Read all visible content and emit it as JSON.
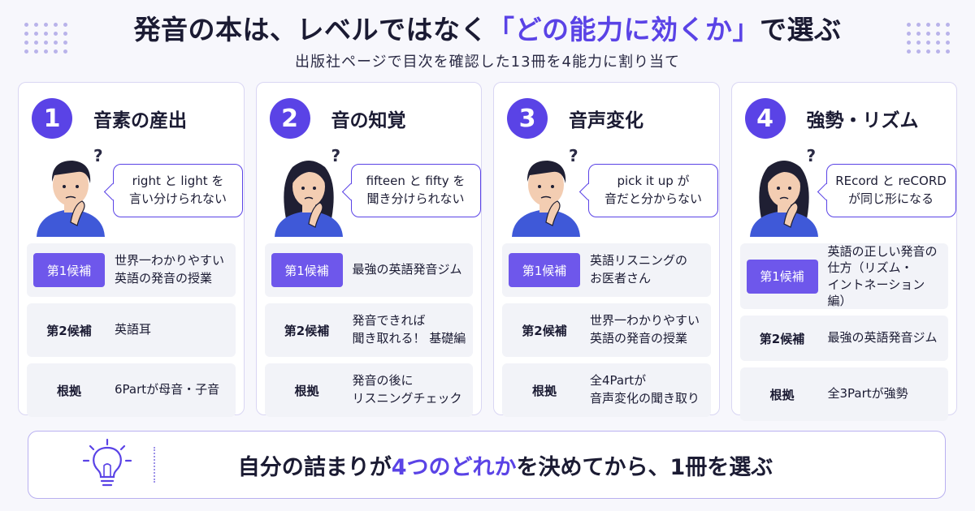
{
  "header": {
    "title_pre": "発音の本は、レベルではなく",
    "title_accent": "「どの能力に効くか」",
    "title_post": "で選ぶ",
    "subtitle": "出版社ページで目次を確認した13冊を4能力に割り当て"
  },
  "colors": {
    "accent": "#5a43e6",
    "tag": "#6e57eb",
    "row_bg": "#f2f3f8",
    "card_border": "#d9d6f3"
  },
  "cards": [
    {
      "number": "1",
      "title": "音素の産出",
      "icon": "confused-man-icon",
      "bubble_line1": "right と light を",
      "bubble_line2": "言い分けられない",
      "tag1": "第1候補",
      "cand1_line1": "世界一わかりやすい",
      "cand1_line2": "英語の発音の授業",
      "cand1_line3": "",
      "tag2": "第2候補",
      "cand2_line1": "英語耳",
      "cand2_line2": "",
      "tag3": "根拠",
      "basis_line1": "6Partが母音・子音",
      "basis_line2": ""
    },
    {
      "number": "2",
      "title": "音の知覚",
      "icon": "confused-woman-icon",
      "bubble_line1": "fifteen と fifty を",
      "bubble_line2": "聞き分けられない",
      "tag1": "第1候補",
      "cand1_line1": "最強の英語発音ジム",
      "cand1_line2": "",
      "cand1_line3": "",
      "tag2": "第2候補",
      "cand2_line1": "発音できれば",
      "cand2_line2": "聞き取れる！ 基礎編",
      "tag3": "根拠",
      "basis_line1": "発音の後に",
      "basis_line2": "リスニングチェック"
    },
    {
      "number": "3",
      "title": "音声変化",
      "icon": "confused-man-icon",
      "bubble_line1": "pick it up が",
      "bubble_line2": "音だと分からない",
      "tag1": "第1候補",
      "cand1_line1": "英語リスニングの",
      "cand1_line2": "お医者さん",
      "cand1_line3": "",
      "tag2": "第2候補",
      "cand2_line1": "世界一わかりやすい",
      "cand2_line2": "英語の発音の授業",
      "tag3": "根拠",
      "basis_line1": "全4Partが",
      "basis_line2": "音声変化の聞き取り"
    },
    {
      "number": "4",
      "title": "強勢・リズム",
      "icon": "confused-woman-icon",
      "bubble_line1": "REcord と reCORD",
      "bubble_line2": "が同じ形になる",
      "tag1": "第1候補",
      "cand1_line1": "英語の正しい発音の",
      "cand1_line2": "仕方（リズム・",
      "cand1_line3": "イントネーション編）",
      "tag2": "第2候補",
      "cand2_line1": "最強の英語発音ジム",
      "cand2_line2": "",
      "tag3": "根拠",
      "basis_line1": "全3Partが強勢",
      "basis_line2": ""
    }
  ],
  "footer": {
    "icon": "lightbulb-icon",
    "text_pre": "自分の詰まりが",
    "text_accent": "4つのどれか",
    "text_post": "を決めてから、1冊を選ぶ"
  }
}
